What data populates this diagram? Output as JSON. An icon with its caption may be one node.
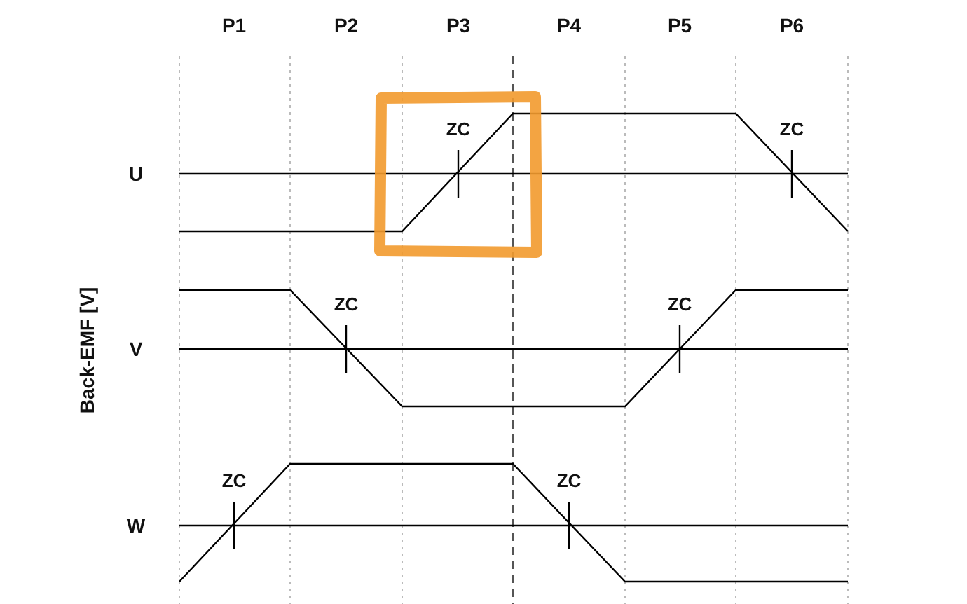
{
  "diagram": {
    "labels": [
      "P1",
      "P2",
      "P3",
      "P4",
      "P5",
      "P6",
      "ZC",
      "ZC",
      "U",
      "ZC",
      "ZC",
      "V",
      "Back-EMF [V]",
      "ZC",
      "ZC",
      "W"
    ]
  }
}
